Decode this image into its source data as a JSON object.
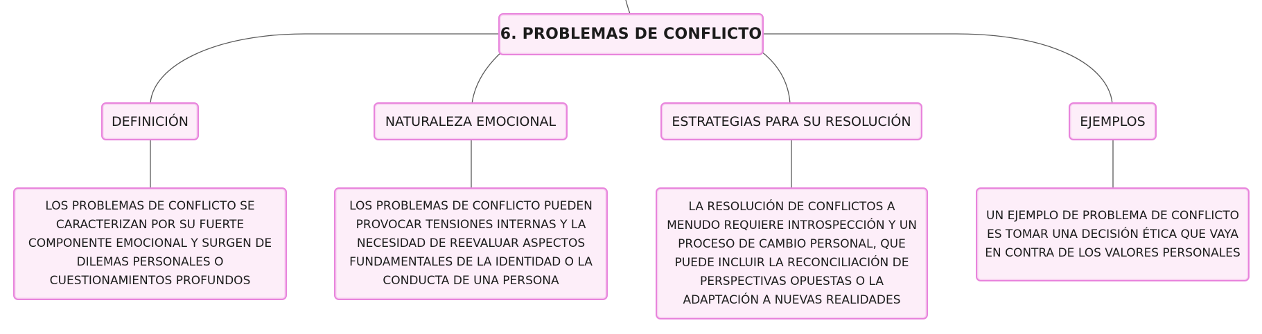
{
  "colors": {
    "node_fill": "#fdeef9",
    "node_border": "#e884dc",
    "connector": "#5a5a5a"
  },
  "root": {
    "label": "6. PROBLEMAS DE CONFLICTO"
  },
  "branches": [
    {
      "label": "DEFINICIÓN",
      "detail": "LOS PROBLEMAS DE CONFLICTO SE CARACTERIZAN POR SU FUERTE COMPONENTE EMOCIONAL Y SURGEN DE DILEMAS PERSONALES O CUESTIONAMIENTOS PROFUNDOS"
    },
    {
      "label": "NATURALEZA EMOCIONAL",
      "detail": "LOS PROBLEMAS DE CONFLICTO PUEDEN PROVOCAR TENSIONES INTERNAS Y LA NECESIDAD DE REEVALUAR ASPECTOS FUNDAMENTALES DE LA IDENTIDAD O LA CONDUCTA DE UNA PERSONA"
    },
    {
      "label": "ESTRATEGIAS PARA SU RESOLUCIÓN",
      "detail": "LA RESOLUCIÓN DE CONFLICTOS A MENUDO REQUIERE INTROSPECCIÓN Y UN PROCESO DE CAMBIO PERSONAL, QUE PUEDE INCLUIR LA RECONCILIACIÓN DE PERSPECTIVAS OPUESTAS O LA ADAPTACIÓN A NUEVAS REALIDADES"
    },
    {
      "label": "EJEMPLOS",
      "detail": "UN EJEMPLO DE PROBLEMA DE CONFLICTO ES TOMAR UNA DECISIÓN ÉTICA QUE VAYA EN CONTRA DE LOS VALORES PERSONALES"
    }
  ]
}
